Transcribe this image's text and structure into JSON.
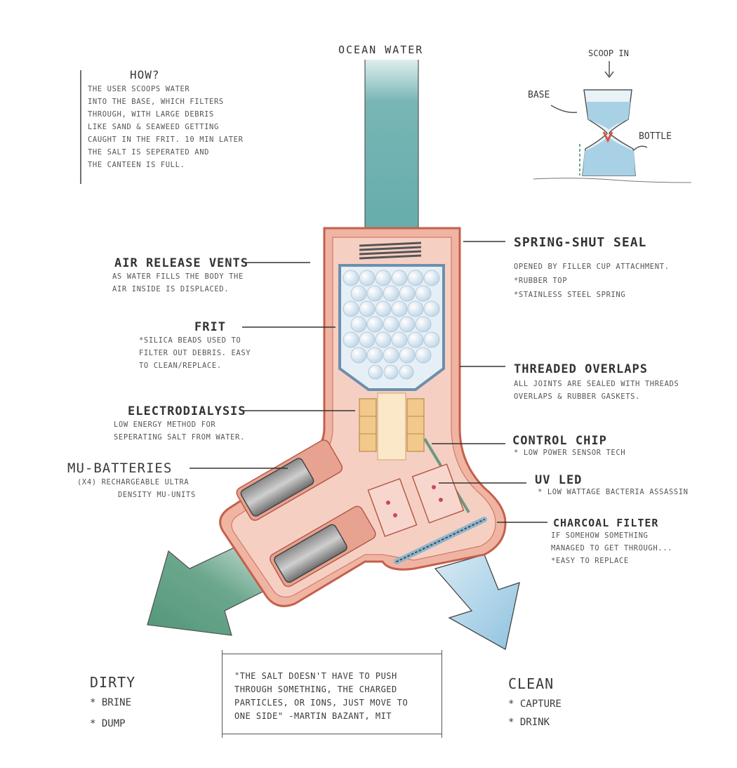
{
  "top_label": "OCEAN WATER",
  "how": {
    "title": "HOW?",
    "lines": [
      "THE USER SCOOPS WATER",
      "INTO THE BASE, WHICH FILTERS",
      "THROUGH, WITH LARGE DEBRIS",
      "LIKE SAND & SEAWEED GETTING",
      "CAUGHT IN THE FRIT. 10 MIN LATER",
      "THE SALT IS SEPERATED AND",
      "THE CANTEEN IS FULL."
    ]
  },
  "mini_sketch": {
    "scoop_label": "SCOOP IN",
    "base_label": "BASE",
    "bottle_label": "BOTTLE"
  },
  "labels": {
    "air_vents": {
      "title": "AIR RELEASE VENTS",
      "lines": [
        "AS WATER FILLS THE BODY THE",
        "AIR INSIDE IS DISPLACED."
      ]
    },
    "frit": {
      "title": "FRIT",
      "lines": [
        "*SILICA BEADS USED TO",
        "FILTER OUT DEBRIS. EASY",
        "TO CLEAN/REPLACE."
      ]
    },
    "electrodialysis": {
      "title": "ELECTRODIALYSIS",
      "lines": [
        "LOW ENERGY METHOD FOR",
        "SEPERATING SALT FROM WATER."
      ]
    },
    "batteries": {
      "title": "MU-BATTERIES",
      "lines": [
        "(X4) RECHARGEABLE ULTRA",
        "DENSITY MU-UNITS"
      ]
    },
    "spring_seal": {
      "title": "SPRING-SHUT SEAL",
      "lines": [
        "OPENED BY FILLER CUP ATTACHMENT.",
        "*RUBBER TOP",
        "*STAINLESS STEEL SPRING"
      ]
    },
    "threaded": {
      "title": "THREADED OVERLAPS",
      "lines": [
        "ALL JOINTS ARE SEALED WITH THREADS",
        "OVERLAPS & RUBBER GASKETS."
      ]
    },
    "control_chip": {
      "title": "CONTROL CHIP",
      "lines": [
        "* LOW POWER SENSOR TECH"
      ]
    },
    "uv_led": {
      "title": "UV LED",
      "lines": [
        "* LOW WATTAGE BACTERIA ASSASSIN"
      ]
    },
    "charcoal": {
      "title": "CHARCOAL FILTER",
      "lines": [
        "IF SOMEHOW SOMETHING",
        "MANAGED TO GET THROUGH...",
        "*EASY TO REPLACE"
      ]
    }
  },
  "outputs": {
    "dirty": {
      "title": "DIRTY",
      "items": [
        "* BRINE",
        "* DUMP"
      ]
    },
    "clean": {
      "title": "CLEAN",
      "items": [
        "* CAPTURE",
        "* DRINK"
      ]
    }
  },
  "quote": {
    "lines": [
      "\"THE SALT DOESN'T HAVE TO PUSH",
      "THROUGH SOMETHING, THE CHARGED",
      "PARTICLES, OR IONS, JUST MOVE TO",
      "ONE SIDE\" -MARTIN BAZANT, MIT"
    ]
  },
  "colors": {
    "ocean": "#5fa9a8",
    "dirty_arrow": "#3f8c6a",
    "clean_arrow": "#8fc3e0",
    "body": "#e89a86",
    "body_stroke": "#c4604c",
    "frit_blue": "#6e8fae",
    "electro": "#f2c98a"
  }
}
